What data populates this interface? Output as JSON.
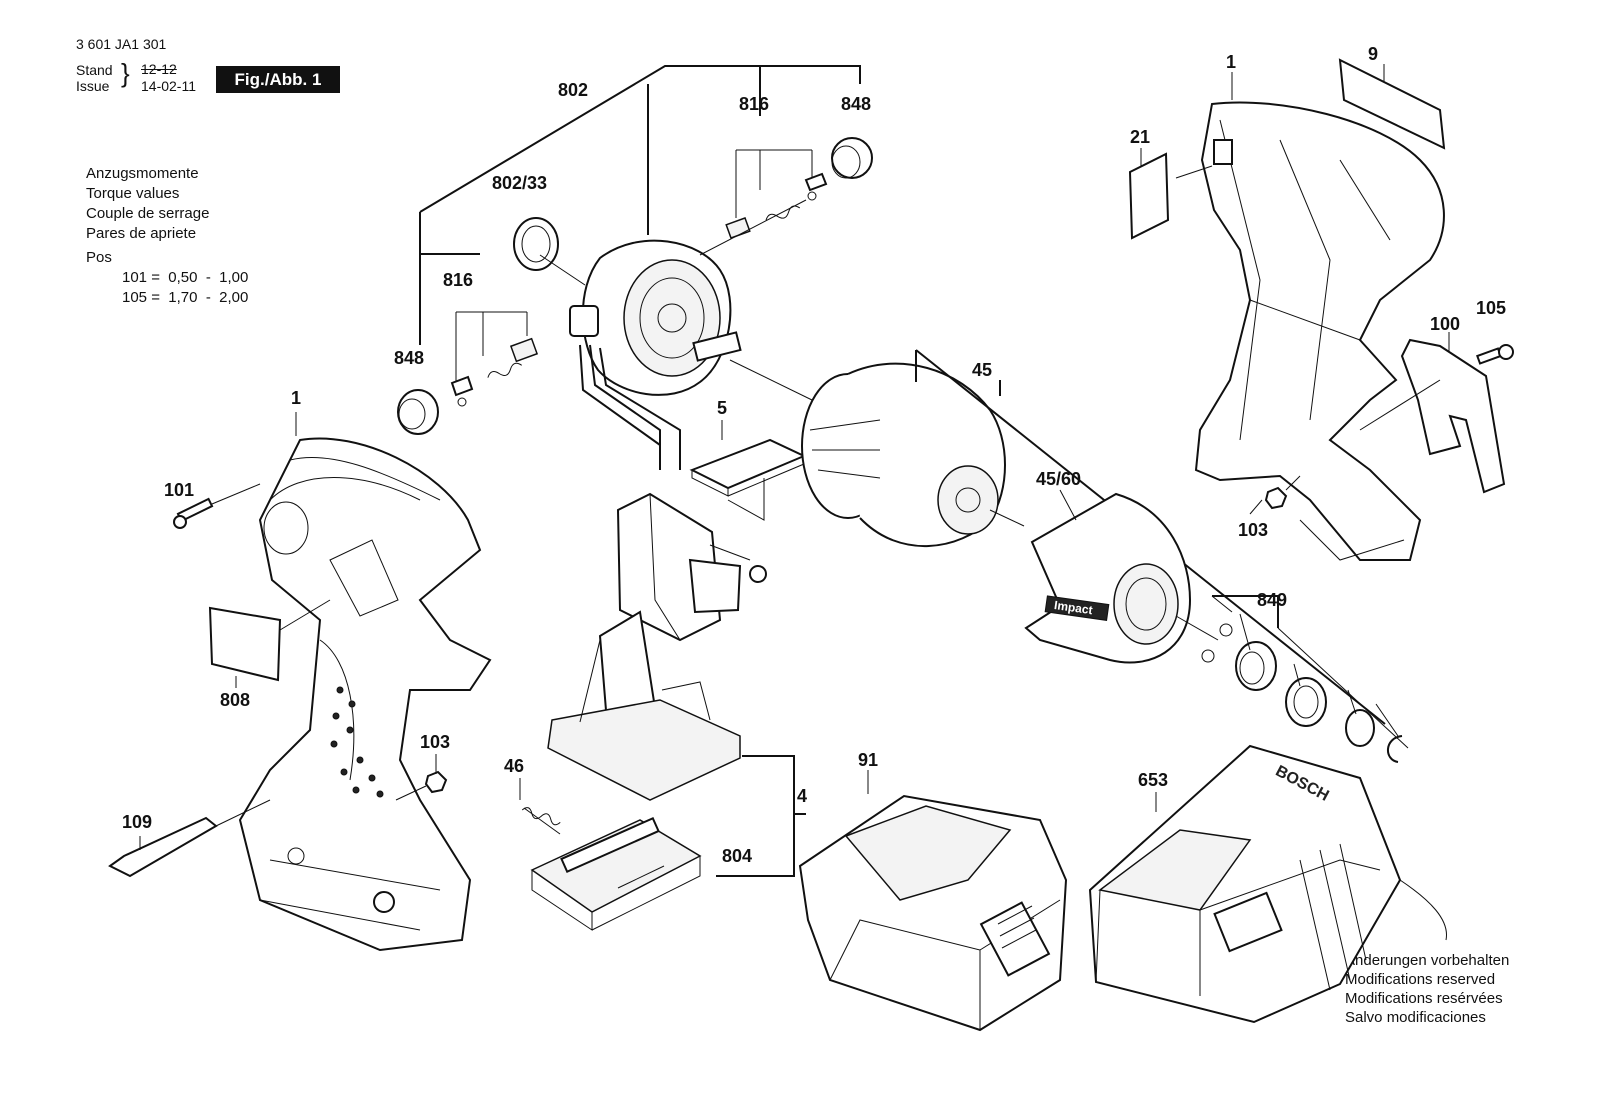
{
  "header": {
    "part_number": "3 601 JA1 301",
    "stand_label": "Stand",
    "issue_label": "Issue",
    "stand_value": "12-12",
    "issue_value": "14-02-11",
    "figure_label": "Fig./Abb. 1"
  },
  "torque": {
    "lines": [
      "Anzugsmomente",
      "Torque values",
      "Couple de serrage",
      "Pares de apriete"
    ],
    "pos_label": "Pos",
    "rows": [
      "101 =  0,50  -  1,00",
      "105 =  1,70  -  2,00"
    ]
  },
  "notes": [
    "Änderungen vorbehalten",
    "Modifications reserved",
    "Modifications resérvées",
    "Salvo modificaciones"
  ],
  "part_labels": {
    "p802": "802",
    "p816_top": "816",
    "p848_top": "848",
    "p802_33": "802/33",
    "p816_left": "816",
    "p848_left": "848",
    "p1_left": "1",
    "p101": "101",
    "p808": "808",
    "p103_left": "103",
    "p109": "109",
    "p5": "5",
    "p45": "45",
    "p45_60": "45/60",
    "p46": "46",
    "p4": "4",
    "p804": "804",
    "p91": "91",
    "p653": "653",
    "p849": "849",
    "p1_right": "1",
    "p9": "9",
    "p21": "21",
    "p100": "100",
    "p105": "105",
    "p103_right": "103"
  },
  "product_text": {
    "brand": "BOSCH",
    "impact": "Impact"
  }
}
